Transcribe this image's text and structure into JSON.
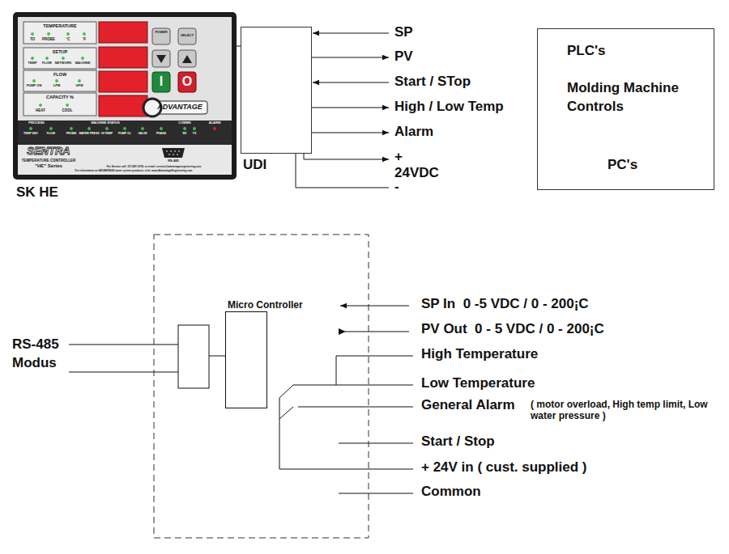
{
  "diagram": {
    "nodes": [
      {
        "text": [
          "SK HE"
        ]
      },
      {
        "text": [
          "UDI"
        ]
      },
      {
        "text": [
          "PLC's",
          "Molding Machine Controls",
          "PC's"
        ]
      },
      {
        "text": [
          "Micro Controller"
        ]
      }
    ],
    "edges": [
      {
        "from": 0,
        "to": 1,
        "arrow": "none"
      }
    ],
    "labels": [
      "SP",
      "PV",
      "Start / STop",
      "High / Low Temp",
      "Alarm",
      "+ 24VDC",
      "-",
      "RS-485 Modus",
      "SP In  0 -5 VDC / 0 - 200¡C",
      "PV Out  0 - 5 VDC / 0 - 200¡C",
      "High Temperature",
      "Low Temperature",
      "General Alarm",
      "( motor overload, High temp limit, Low water pressure )",
      "Start / Stop",
      "+ 24V in ( cust. supplied )",
      "Common",
      "TEMPERATURE",
      "TO",
      "PROBE",
      "°C",
      "°F",
      "SETUP",
      "TEMP",
      "FLOW",
      "NETWORK",
      "MACHINE",
      "FLOW",
      "PUMP ON",
      "LPM",
      "GPM",
      "CAPACITY %",
      "HEAT",
      "COOL",
      "POWER",
      "SELECT",
      "I",
      "O",
      "ADVANTAGE",
      "PROCESS",
      "MACHINE STATUS",
      "COMMS",
      "ALARM",
      "TEMP DEV",
      "FLOW",
      "PROBE",
      "WATER PRESS",
      "HI TEMP",
      "PUMP OL",
      "VALVE",
      "PHASE",
      "RX",
      "TX",
      "SENTRA",
      "TEMPERATURE CONTROLLER",
      "\"HE\" Series",
      "RS-485",
      "For Service call: 317-887-0729, or email: service@advantageengineering.com",
      "For information on ADVANTAGE water system products, visit: www.AdvantageEngineering.com"
    ]
  }
}
